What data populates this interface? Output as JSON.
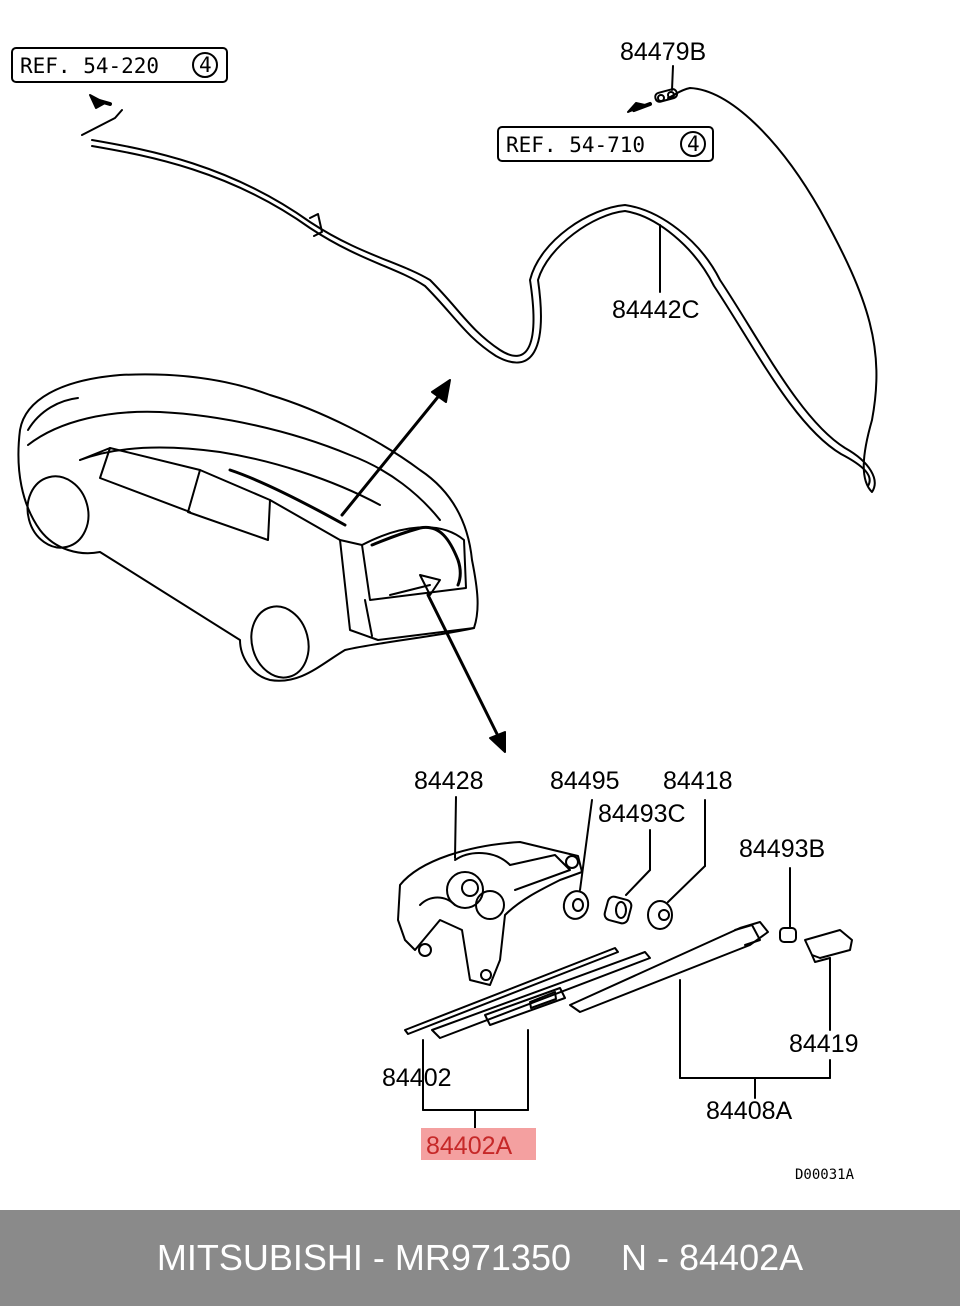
{
  "diagram": {
    "ref_labels": [
      {
        "text": "REF. 54-220",
        "circled": "4"
      },
      {
        "text": "REF. 54-710",
        "circled": "4"
      }
    ],
    "part_labels": {
      "p84479B": "84479B",
      "p84442C": "84442C",
      "p84428": "84428",
      "p84495": "84495",
      "p84418": "84418",
      "p84493C": "84493C",
      "p84493B": "84493B",
      "p84402": "84402",
      "p84419": "84419",
      "p84408A": "84408A",
      "p84402A": "84402A"
    },
    "drawing_code": "D00031A",
    "highlight_color": "#f4a0a0"
  },
  "footer": {
    "brand": "MITSUBISHI",
    "sep1": " - ",
    "part_number": "MR971350",
    "gap": "     ",
    "n_label": "N",
    "sep2": " - ",
    "ref_number": "84402A"
  }
}
